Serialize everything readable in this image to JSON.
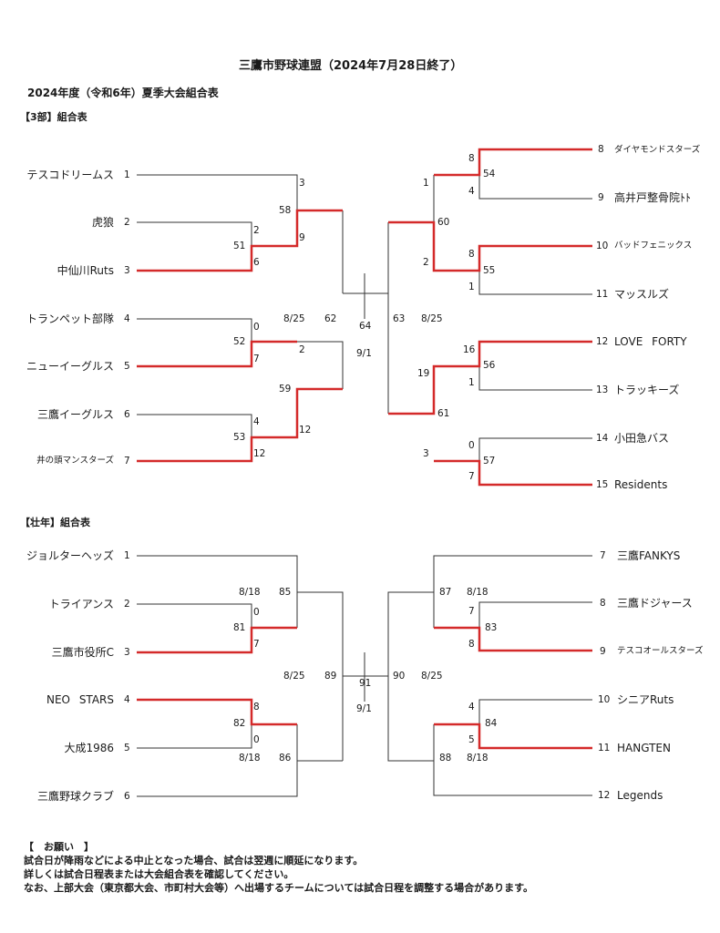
{
  "header": {
    "title": "三鷹市野球連盟（2024年7月28日終了）",
    "subtitle": "2024年度（令和6年）夏季大会組合表"
  },
  "section3": {
    "heading": "【3部】組合表",
    "left_teams": [
      {
        "no": "1",
        "name": "テスコドリームス"
      },
      {
        "no": "2",
        "name": "虎狼"
      },
      {
        "no": "3",
        "name": "中仙川Ruts"
      },
      {
        "no": "4",
        "name": "トランペット部隊"
      },
      {
        "no": "5",
        "name": "ニューイーグルス"
      },
      {
        "no": "6",
        "name": "三鷹イーグルス"
      },
      {
        "no": "7",
        "name": "井の頭マンスターズ"
      }
    ],
    "right_teams": [
      {
        "no": "8",
        "name": "ダイヤモンドスターズ"
      },
      {
        "no": "9",
        "name": "高井戸整骨院ﾄﾄ"
      },
      {
        "no": "10",
        "name": "バッドフェニックス"
      },
      {
        "no": "11",
        "name": "マッスルズ"
      },
      {
        "no": "12",
        "name": "LOVE FORTY"
      },
      {
        "no": "13",
        "name": "トラッキーズ"
      },
      {
        "no": "14",
        "name": "小田急バス"
      },
      {
        "no": "15",
        "name": "Residents"
      }
    ],
    "games": {
      "g51": "51",
      "g52": "52",
      "g53": "53",
      "g58": "58",
      "g59": "59",
      "g62": "62",
      "g54": "54",
      "g55": "55",
      "g56": "56",
      "g57": "57",
      "g60": "60",
      "g61": "61",
      "g63": "63",
      "g64": "64"
    },
    "scores": {
      "s1": "3",
      "s2": "2",
      "s3": "6",
      "s4": "0",
      "s5": "7",
      "s6": "4",
      "s7": "12",
      "s51": "9",
      "s52": "2",
      "s53": "12",
      "s58": "",
      "s59": "",
      "s8": "8",
      "s9": "4",
      "s10": "8",
      "s11": "1",
      "s12": "16",
      "s13": "1",
      "s14": "0",
      "s15": "7",
      "s54": "1",
      "s55": "2",
      "s56": "19",
      "s57": "3"
    },
    "dates": {
      "semi_left": "8/25",
      "semi_right": "8/25",
      "final": "9/1"
    }
  },
  "senior": {
    "heading": "【壮年】組合表",
    "left_teams": [
      {
        "no": "1",
        "name": "ジョルターヘッズ"
      },
      {
        "no": "2",
        "name": "トライアンス"
      },
      {
        "no": "3",
        "name": "三鷹市役所C"
      },
      {
        "no": "4",
        "name": "NEO STARS"
      },
      {
        "no": "5",
        "name": "大成1986"
      },
      {
        "no": "6",
        "name": "三鷹野球クラブ"
      }
    ],
    "right_teams": [
      {
        "no": "7",
        "name": "三鷹FANKYS"
      },
      {
        "no": "8",
        "name": "三鷹ドジャース"
      },
      {
        "no": "9",
        "name": "テスコオールスターズ"
      },
      {
        "no": "10",
        "name": "シニアRuts"
      },
      {
        "no": "11",
        "name": "HANGTEN"
      },
      {
        "no": "12",
        "name": "Legends"
      }
    ],
    "games": {
      "g81": "81",
      "g82": "82",
      "g85": "85",
      "g86": "86",
      "g89": "89",
      "g83": "83",
      "g84": "84",
      "g87": "87",
      "g88": "88",
      "g90": "90",
      "g91": "91"
    },
    "scores": {
      "s2": "0",
      "s3": "7",
      "s4": "8",
      "s5": "0",
      "s8": "7",
      "s9": "8",
      "s10": "4",
      "s11": "5"
    },
    "dates": {
      "d85": "8/18",
      "d86": "8/18",
      "d87": "8/18",
      "d88": "8/18",
      "semi_left": "8/25",
      "semi_right": "8/25",
      "final": "9/1"
    }
  },
  "notes": {
    "heading": "【　お願い　】",
    "lines": [
      "試合日が降雨などによる中止となった場合、試合は翌週に順延になります。",
      "詳しくは試合日程表または大会組合表を確認してください。",
      "なお、上部大会（東京都大会、市町村大会等）へ出場するチームについては試合日程を調整する場合があります。"
    ]
  },
  "colors": {
    "win_line": "#d42a2a",
    "line": "#333333"
  }
}
